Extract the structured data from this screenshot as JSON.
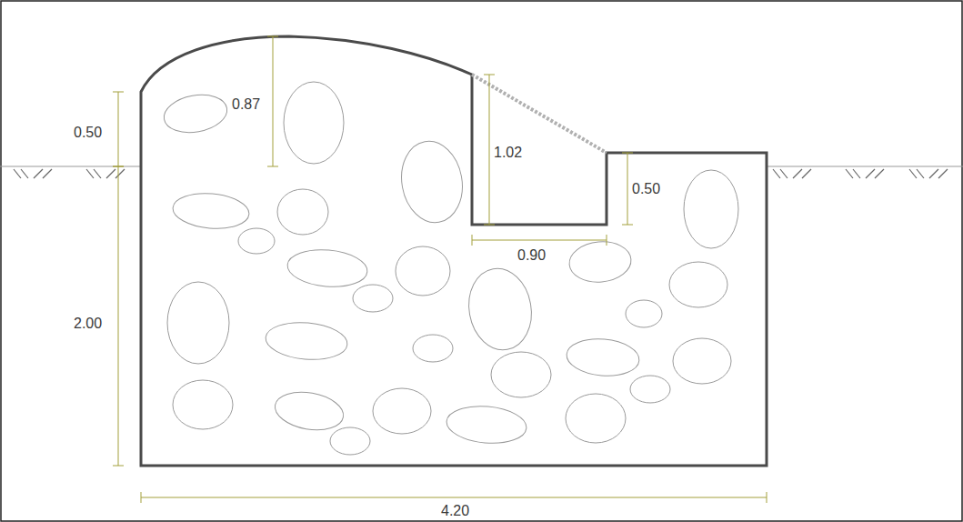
{
  "diagram": {
    "labels": [
      "0.50",
      "0.87",
      "1.02",
      "0.50",
      "0.90",
      "2.00",
      "4.20"
    ]
  }
}
